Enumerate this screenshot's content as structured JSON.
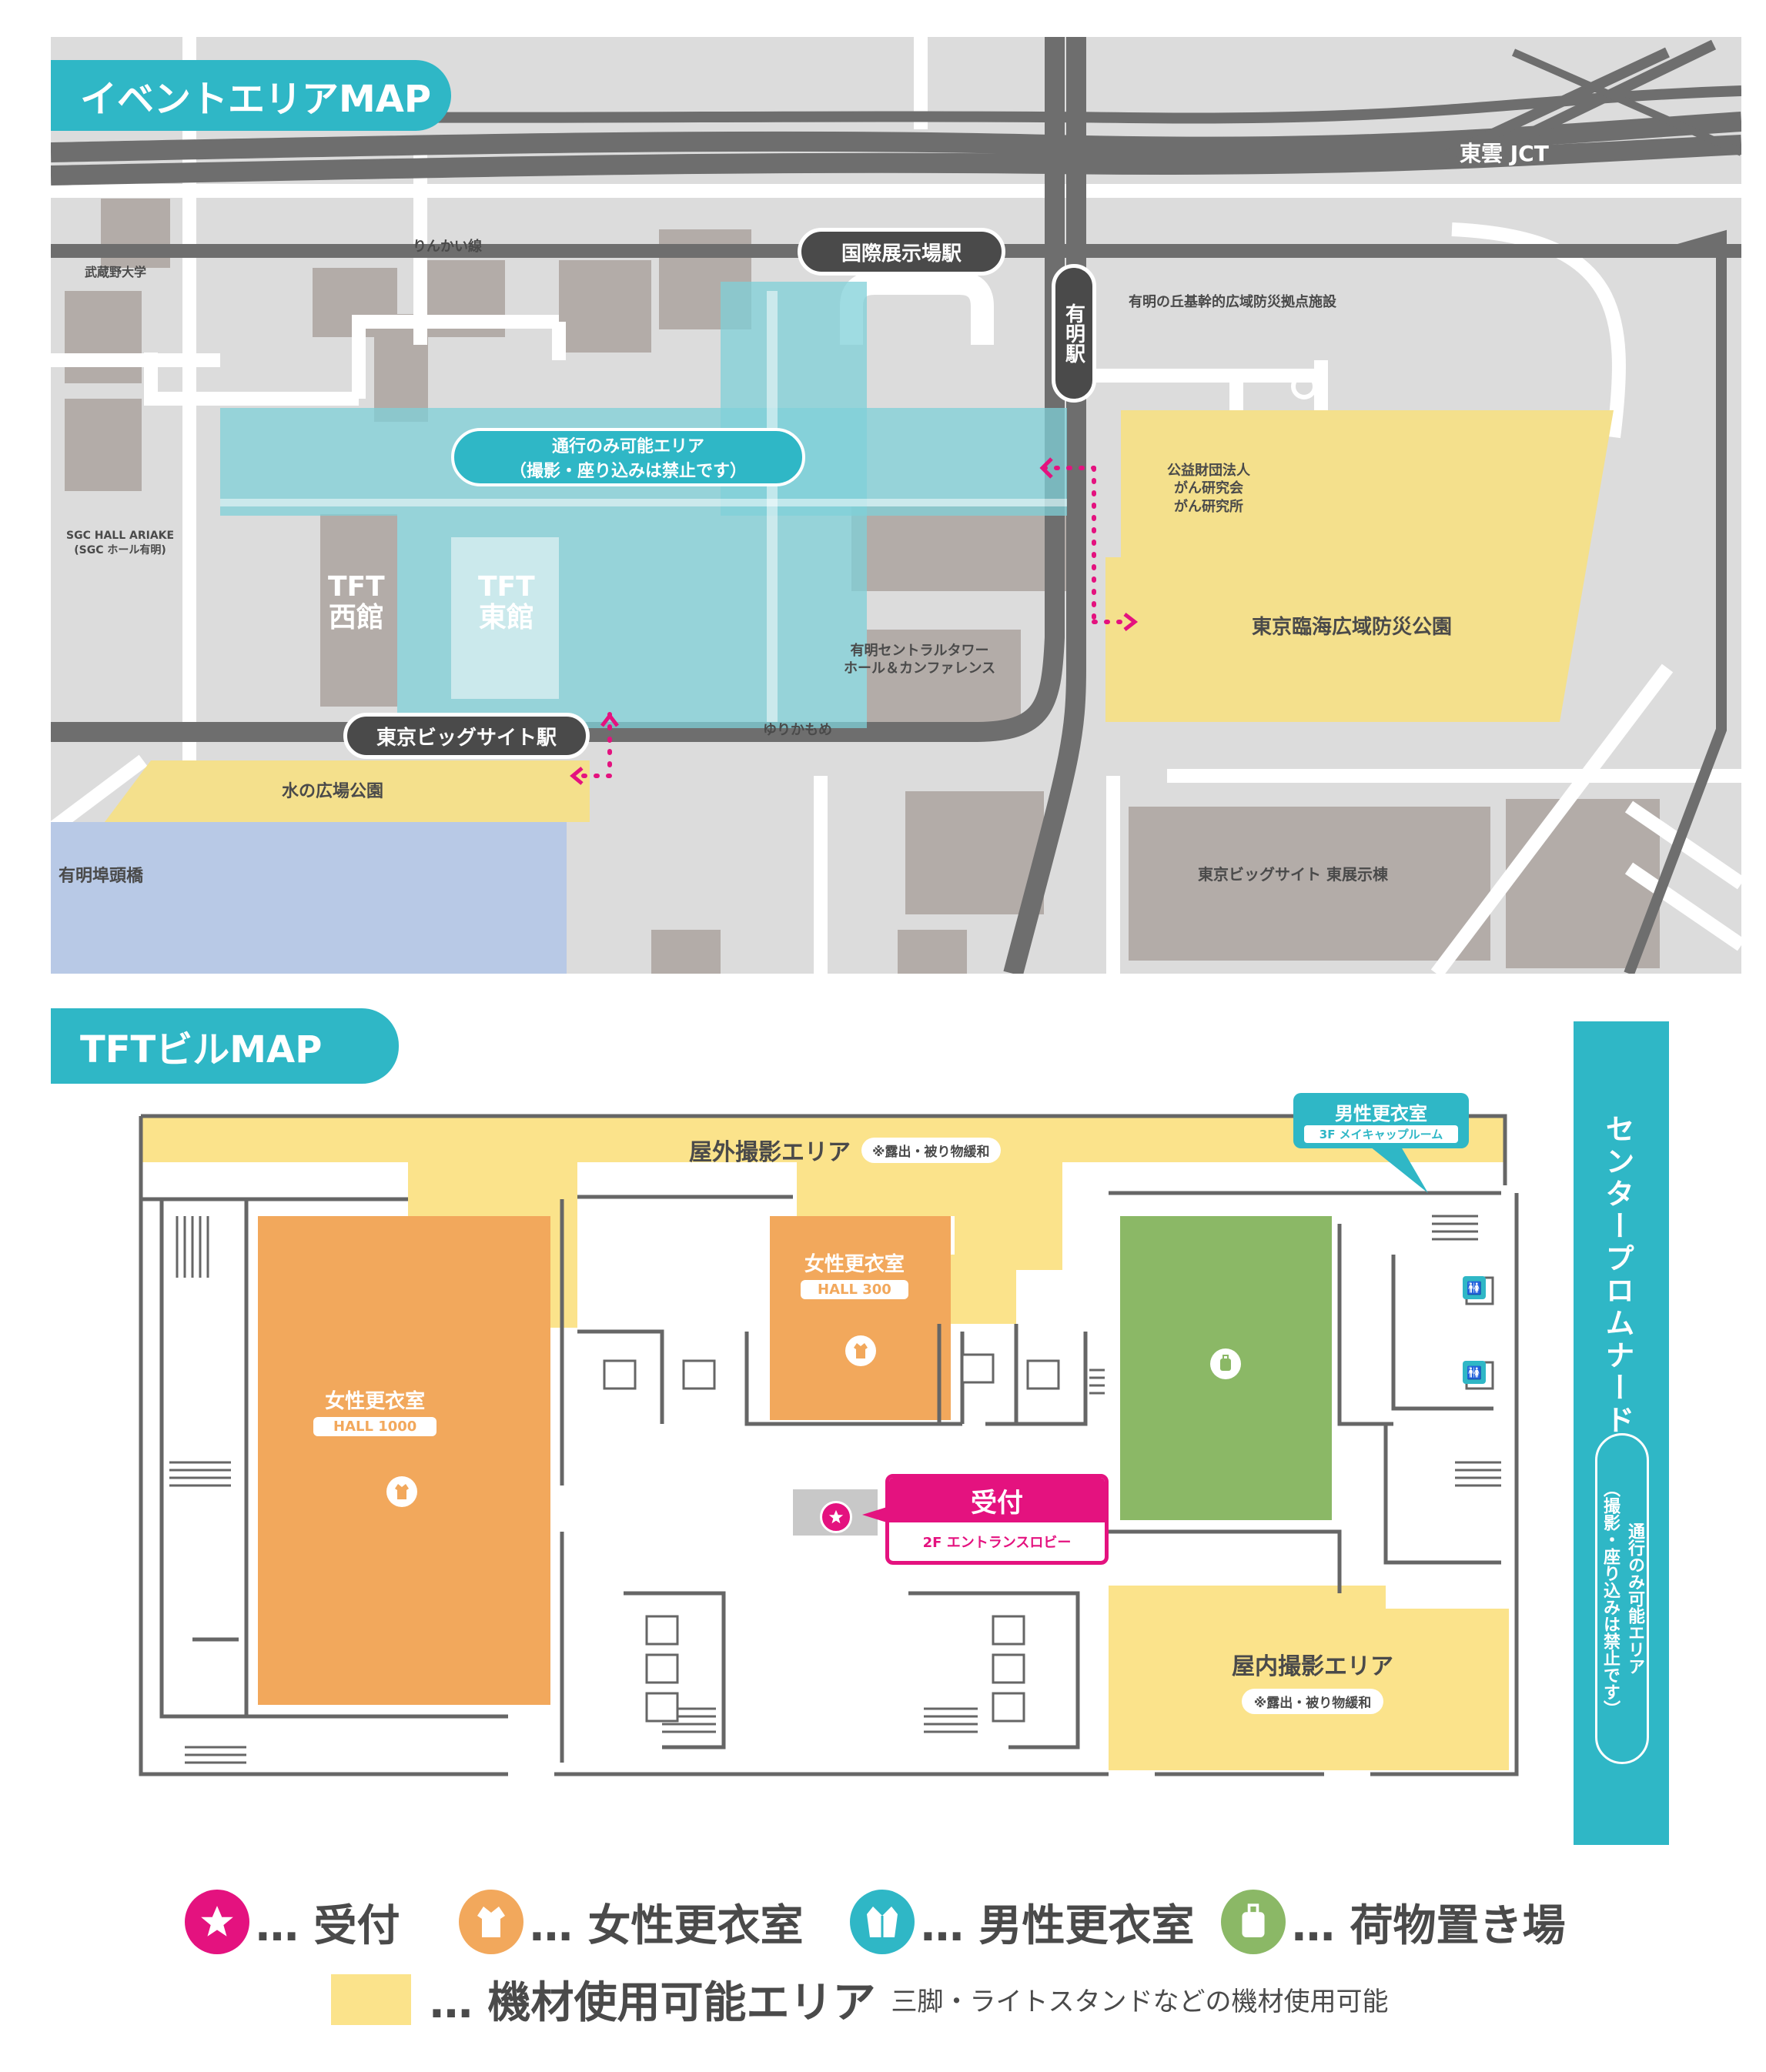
{
  "event_map": {
    "title": "イベントエリアMAP",
    "labels": {
      "jct": "東雲 JCT",
      "rinkai_line": "りんかい線",
      "kokusai_station": "国際展示場駅",
      "ariake_station": "有明駅",
      "musashino_univ": "武蔵野大学",
      "ariake_oka": "有明の丘基幹的広域防災拠点施設",
      "passage_line1": "通行のみ可能エリア",
      "passage_line2": "（撮影・座り込みは禁止です）",
      "sgc_hall": "SGC HALL ARIAKE\n(SGC ホール有明)",
      "tft_west": "TFT\n西館",
      "tft_east": "TFT\n東館",
      "cancer_inst": "公益財団法人\nがん研究会\nがん研究所",
      "central_tower": "有明セントラルタワー\nホール＆カンファレンス",
      "disaster_park": "東京臨海広域防災公園",
      "bigsight_station": "東京ビッグサイト駅",
      "yurikamome": "ゆりかもめ",
      "mizu_park": "水の広場公園",
      "ariake_pier": "有明埠頭橋",
      "bigsight_east": "東京ビッグサイト 東展示棟"
    }
  },
  "tft_map": {
    "title": "TFTビルMAP",
    "outdoor_area": "屋外撮影エリア",
    "outdoor_note": "※露出・被り物緩和",
    "indoor_area": "屋内撮影エリア",
    "indoor_note": "※露出・被り物緩和",
    "hall1000_title": "女性更衣室",
    "hall1000_sub": "HALL 1000",
    "hall300_title": "女性更衣室",
    "hall300_sub": "HALL 300",
    "mens_title": "男性更衣室",
    "mens_sub": "3F メイキャップルーム",
    "reception_title": "受付",
    "reception_sub": "2F エントランスロビー",
    "promenade": "センタープロムナード",
    "promenade_note": "（撮影・座り込みは禁止です）",
    "promenade_note_line1": "通行のみ可能エリア"
  },
  "legend": {
    "reception": "… 受付",
    "womens": "… 女性更衣室",
    "mens": "… 男性更衣室",
    "luggage": "… 荷物置き場",
    "equipment": "… 機材使用可能エリア",
    "equipment_note": "三脚・ライトスタンドなどの機材使用可能"
  },
  "colors": {
    "teal": "#2fb7c6",
    "orange": "#f2a85c",
    "green": "#8bb866",
    "yellow": "#fbe38b",
    "magenta": "#e4127f",
    "road_dark": "#6e6e6e",
    "map_bg": "#dcdcdc",
    "water": "#b8c9e6"
  }
}
